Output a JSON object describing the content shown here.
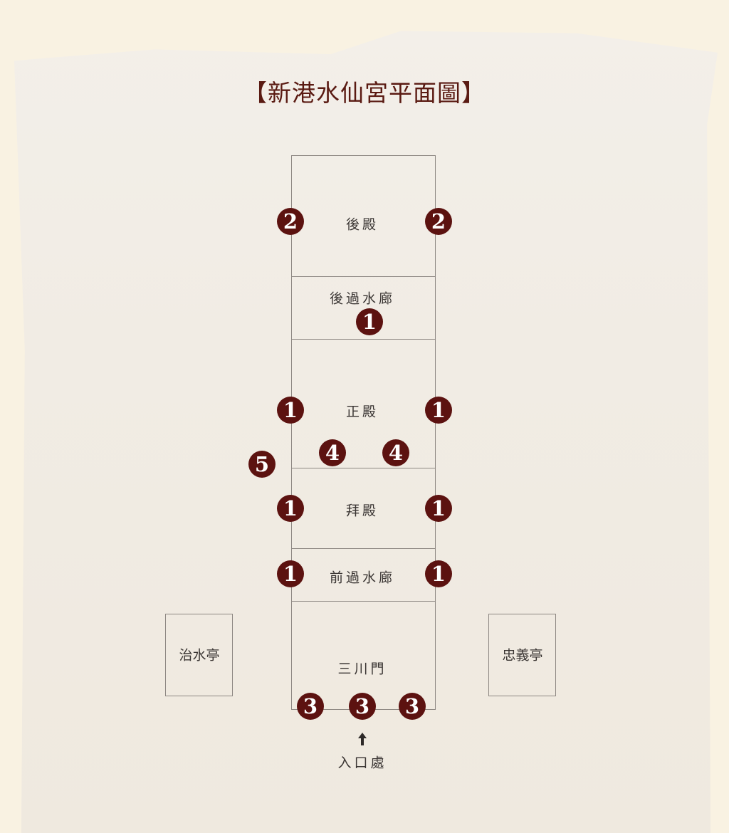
{
  "title": "【新港水仙宮平面圖】",
  "rooms": {
    "rear_hall": "後殿",
    "rear_corridor": "後過水廊",
    "main_hall": "正殿",
    "worship_hall": "拜殿",
    "front_corridor": "前過水廊",
    "entrance_gate": "三川門"
  },
  "pavilions": {
    "left": "治水亭",
    "right": "忠義亭"
  },
  "entrance": "入口處",
  "markers": [
    "2",
    "2",
    "1",
    "1",
    "1",
    "4",
    "4",
    "5",
    "1",
    "1",
    "1",
    "1",
    "3",
    "3",
    "3"
  ],
  "colors": {
    "marker": "#5c1210",
    "title": "#5a1a12",
    "line": "#8d8782"
  }
}
